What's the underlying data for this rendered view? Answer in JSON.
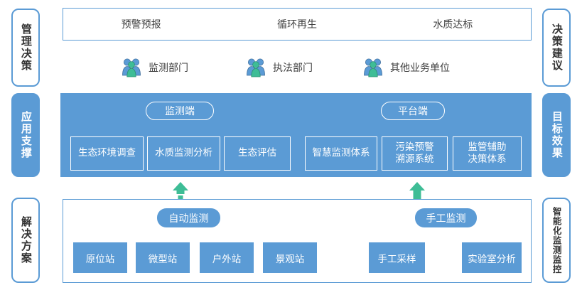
{
  "colors": {
    "primary_blue": "#5B9BD5",
    "accent_green": "#3EBD96",
    "text_dark": "#3f3f3f",
    "white": "#ffffff"
  },
  "left_labels": [
    {
      "text": "管理决策",
      "style": "outline"
    },
    {
      "text": "应用支撑",
      "style": "filled"
    },
    {
      "text": "解决方案",
      "style": "outline"
    }
  ],
  "right_labels": [
    {
      "text": "决策建议",
      "style": "outline"
    },
    {
      "text": "目标效果",
      "style": "filled"
    },
    {
      "text": "智能化监测监控",
      "style": "outline"
    }
  ],
  "top_section": {
    "goals": [
      "预警预报",
      "循环再生",
      "水质达标"
    ],
    "departments": [
      {
        "label": "监测部门",
        "icon": "people-group-icon"
      },
      {
        "label": "执法部门",
        "icon": "people-group-icon"
      },
      {
        "label": "其他业务单位",
        "icon": "people-group-icon"
      }
    ]
  },
  "middle_band": {
    "pills": [
      {
        "label": "监测端"
      },
      {
        "label": "平台端"
      }
    ],
    "left_modules": [
      {
        "label": "生态环境调查"
      },
      {
        "label": "水质监测分析"
      },
      {
        "label": "生态评估"
      }
    ],
    "right_modules": [
      {
        "label": "智慧监测体系"
      },
      {
        "label": "污染预警\n溯源系统"
      },
      {
        "label": "监管辅助\n决策体系"
      }
    ]
  },
  "arrows": [
    {
      "name": "up-arrow-left",
      "direction": "up"
    },
    {
      "name": "up-arrow-right",
      "direction": "up"
    }
  ],
  "bottom_section": {
    "pills": [
      {
        "label": "自动监测"
      },
      {
        "label": "手工监测"
      }
    ],
    "auto_stations": [
      "原位站",
      "微型站",
      "户外站",
      "景观站"
    ],
    "manual_stations": [
      "手工采样",
      "实验室分析"
    ]
  }
}
